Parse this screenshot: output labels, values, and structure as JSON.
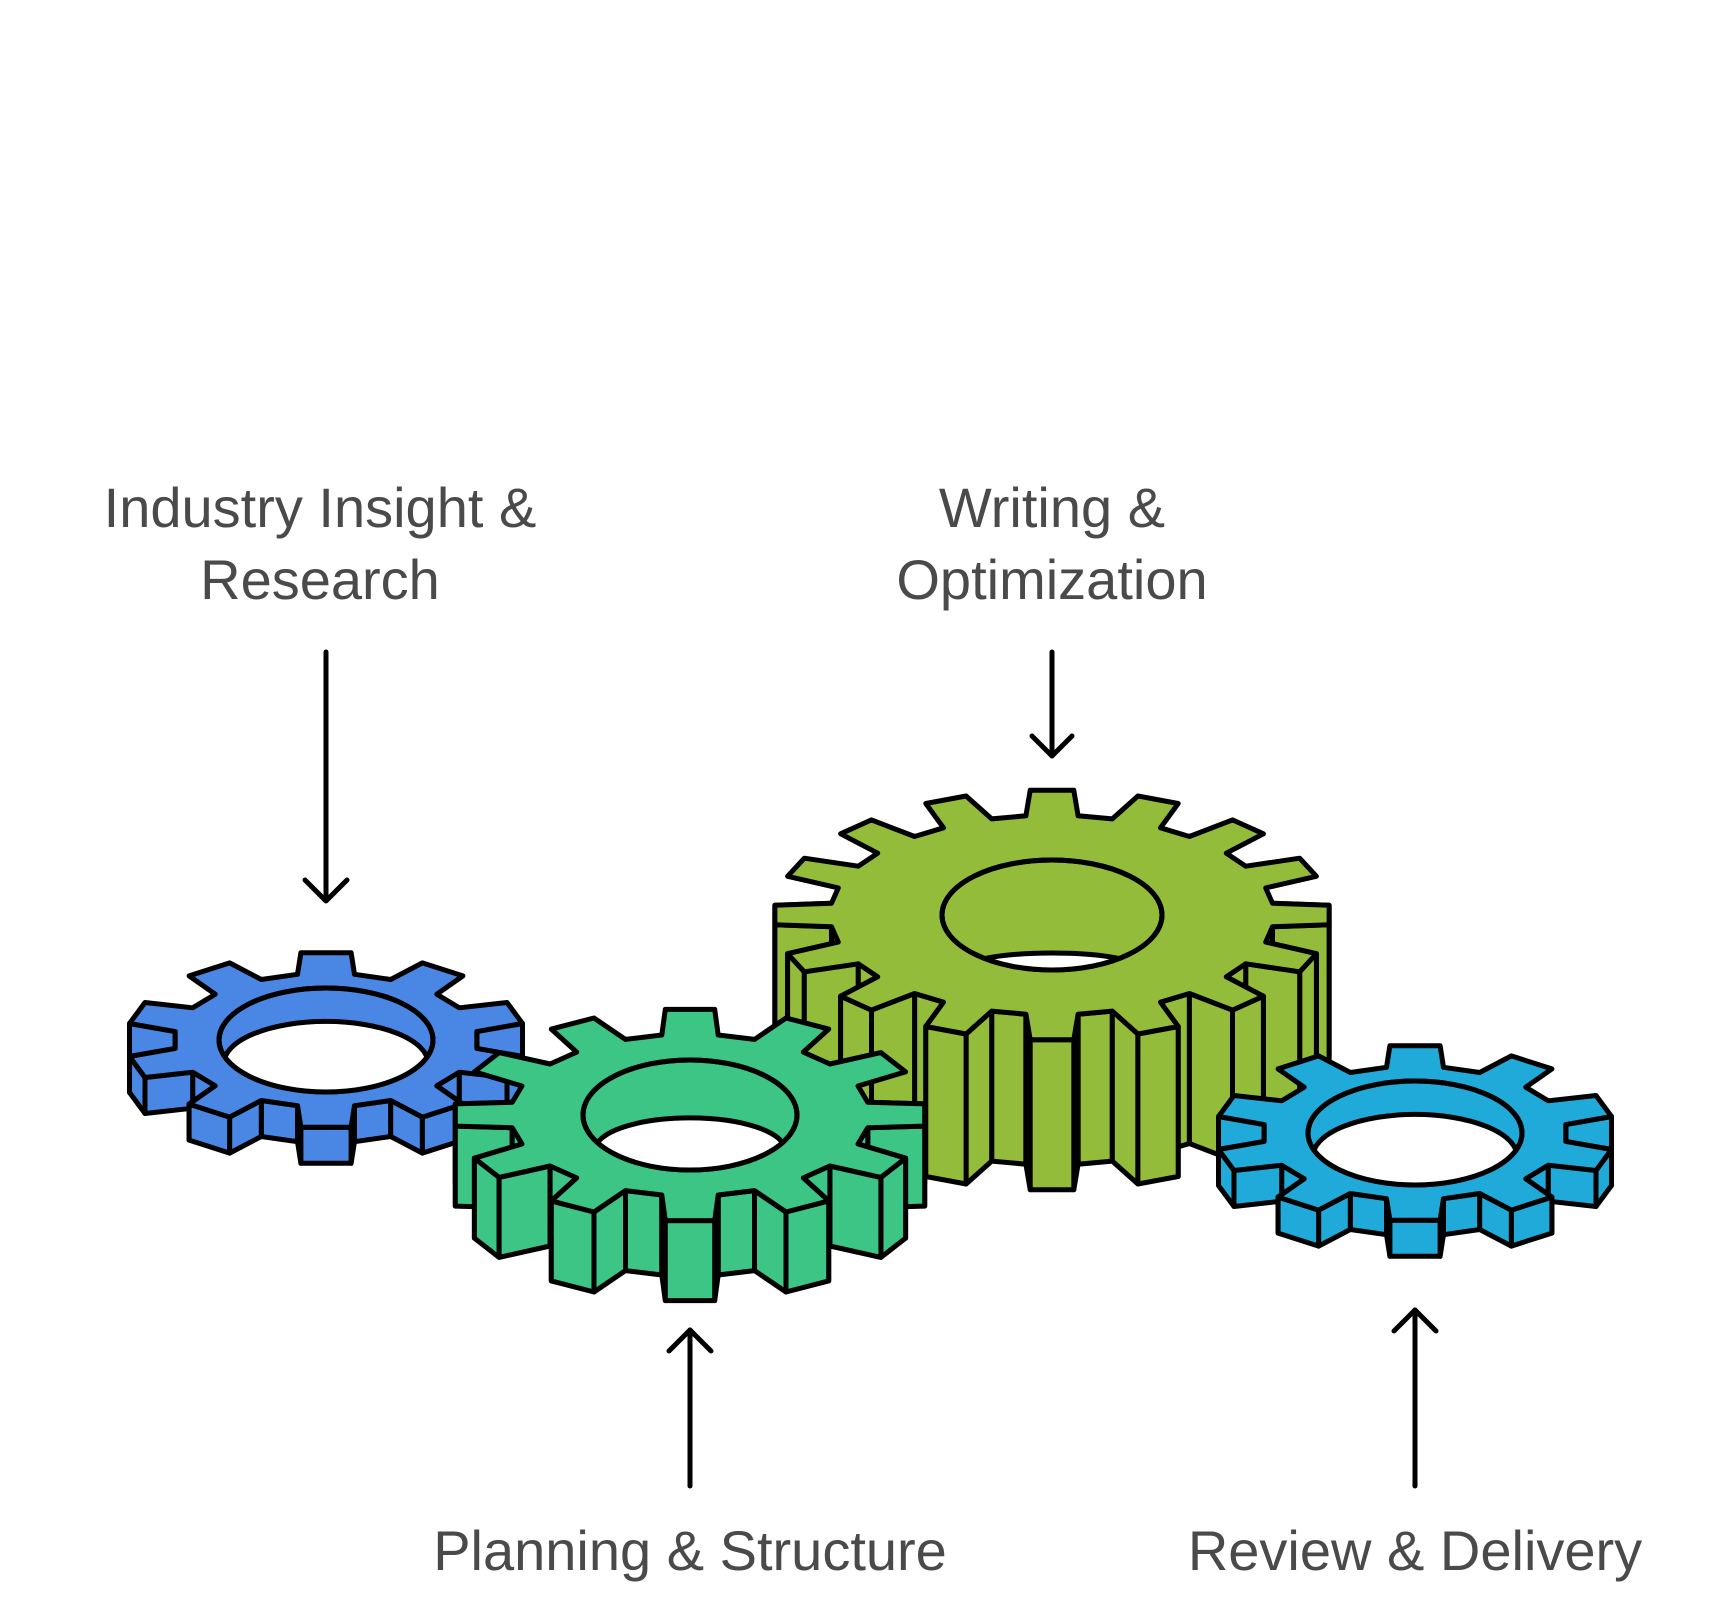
{
  "diagram": {
    "type": "interlocking-gears-process",
    "steps": [
      {
        "id": "research",
        "order": 1,
        "label_lines": [
          "Industry Insight &",
          "Research"
        ],
        "color": "#4a86e4",
        "teeth": 10,
        "size": "small",
        "label_position": "above",
        "arrow_direction": "down"
      },
      {
        "id": "planning",
        "order": 2,
        "label_lines": [
          "Planning & Structure"
        ],
        "color": "#3cc585",
        "teeth": 12,
        "size": "medium",
        "label_position": "below",
        "arrow_direction": "up"
      },
      {
        "id": "writing",
        "order": 3,
        "label_lines": [
          "Writing &",
          "Optimization"
        ],
        "color": "#92bc3a",
        "teeth": 16,
        "size": "large",
        "label_position": "above",
        "arrow_direction": "down"
      },
      {
        "id": "review",
        "order": 4,
        "label_lines": [
          "Review & Delivery"
        ],
        "color": "#1faad9",
        "teeth": 10,
        "size": "small",
        "label_position": "below",
        "arrow_direction": "up"
      }
    ]
  },
  "text_color": "#4a4a4a",
  "outline_color": "#000000",
  "background_color": "#ffffff"
}
